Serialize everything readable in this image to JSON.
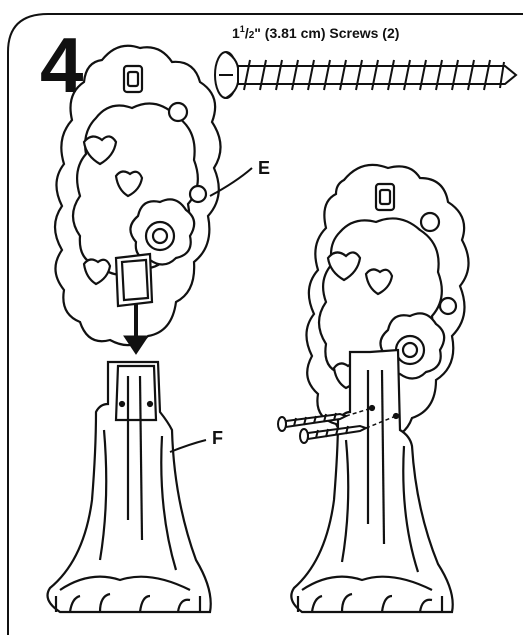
{
  "step": "4",
  "screw_label": {
    "whole": "1",
    "frac_num": "1",
    "frac_den": "2",
    "rest": "\" (3.81 cm) Screws (2)"
  },
  "labels": {
    "e": "E",
    "f": "F"
  },
  "colors": {
    "line": "#111111",
    "background": "#ffffff",
    "part_fill": "#ffffff"
  }
}
